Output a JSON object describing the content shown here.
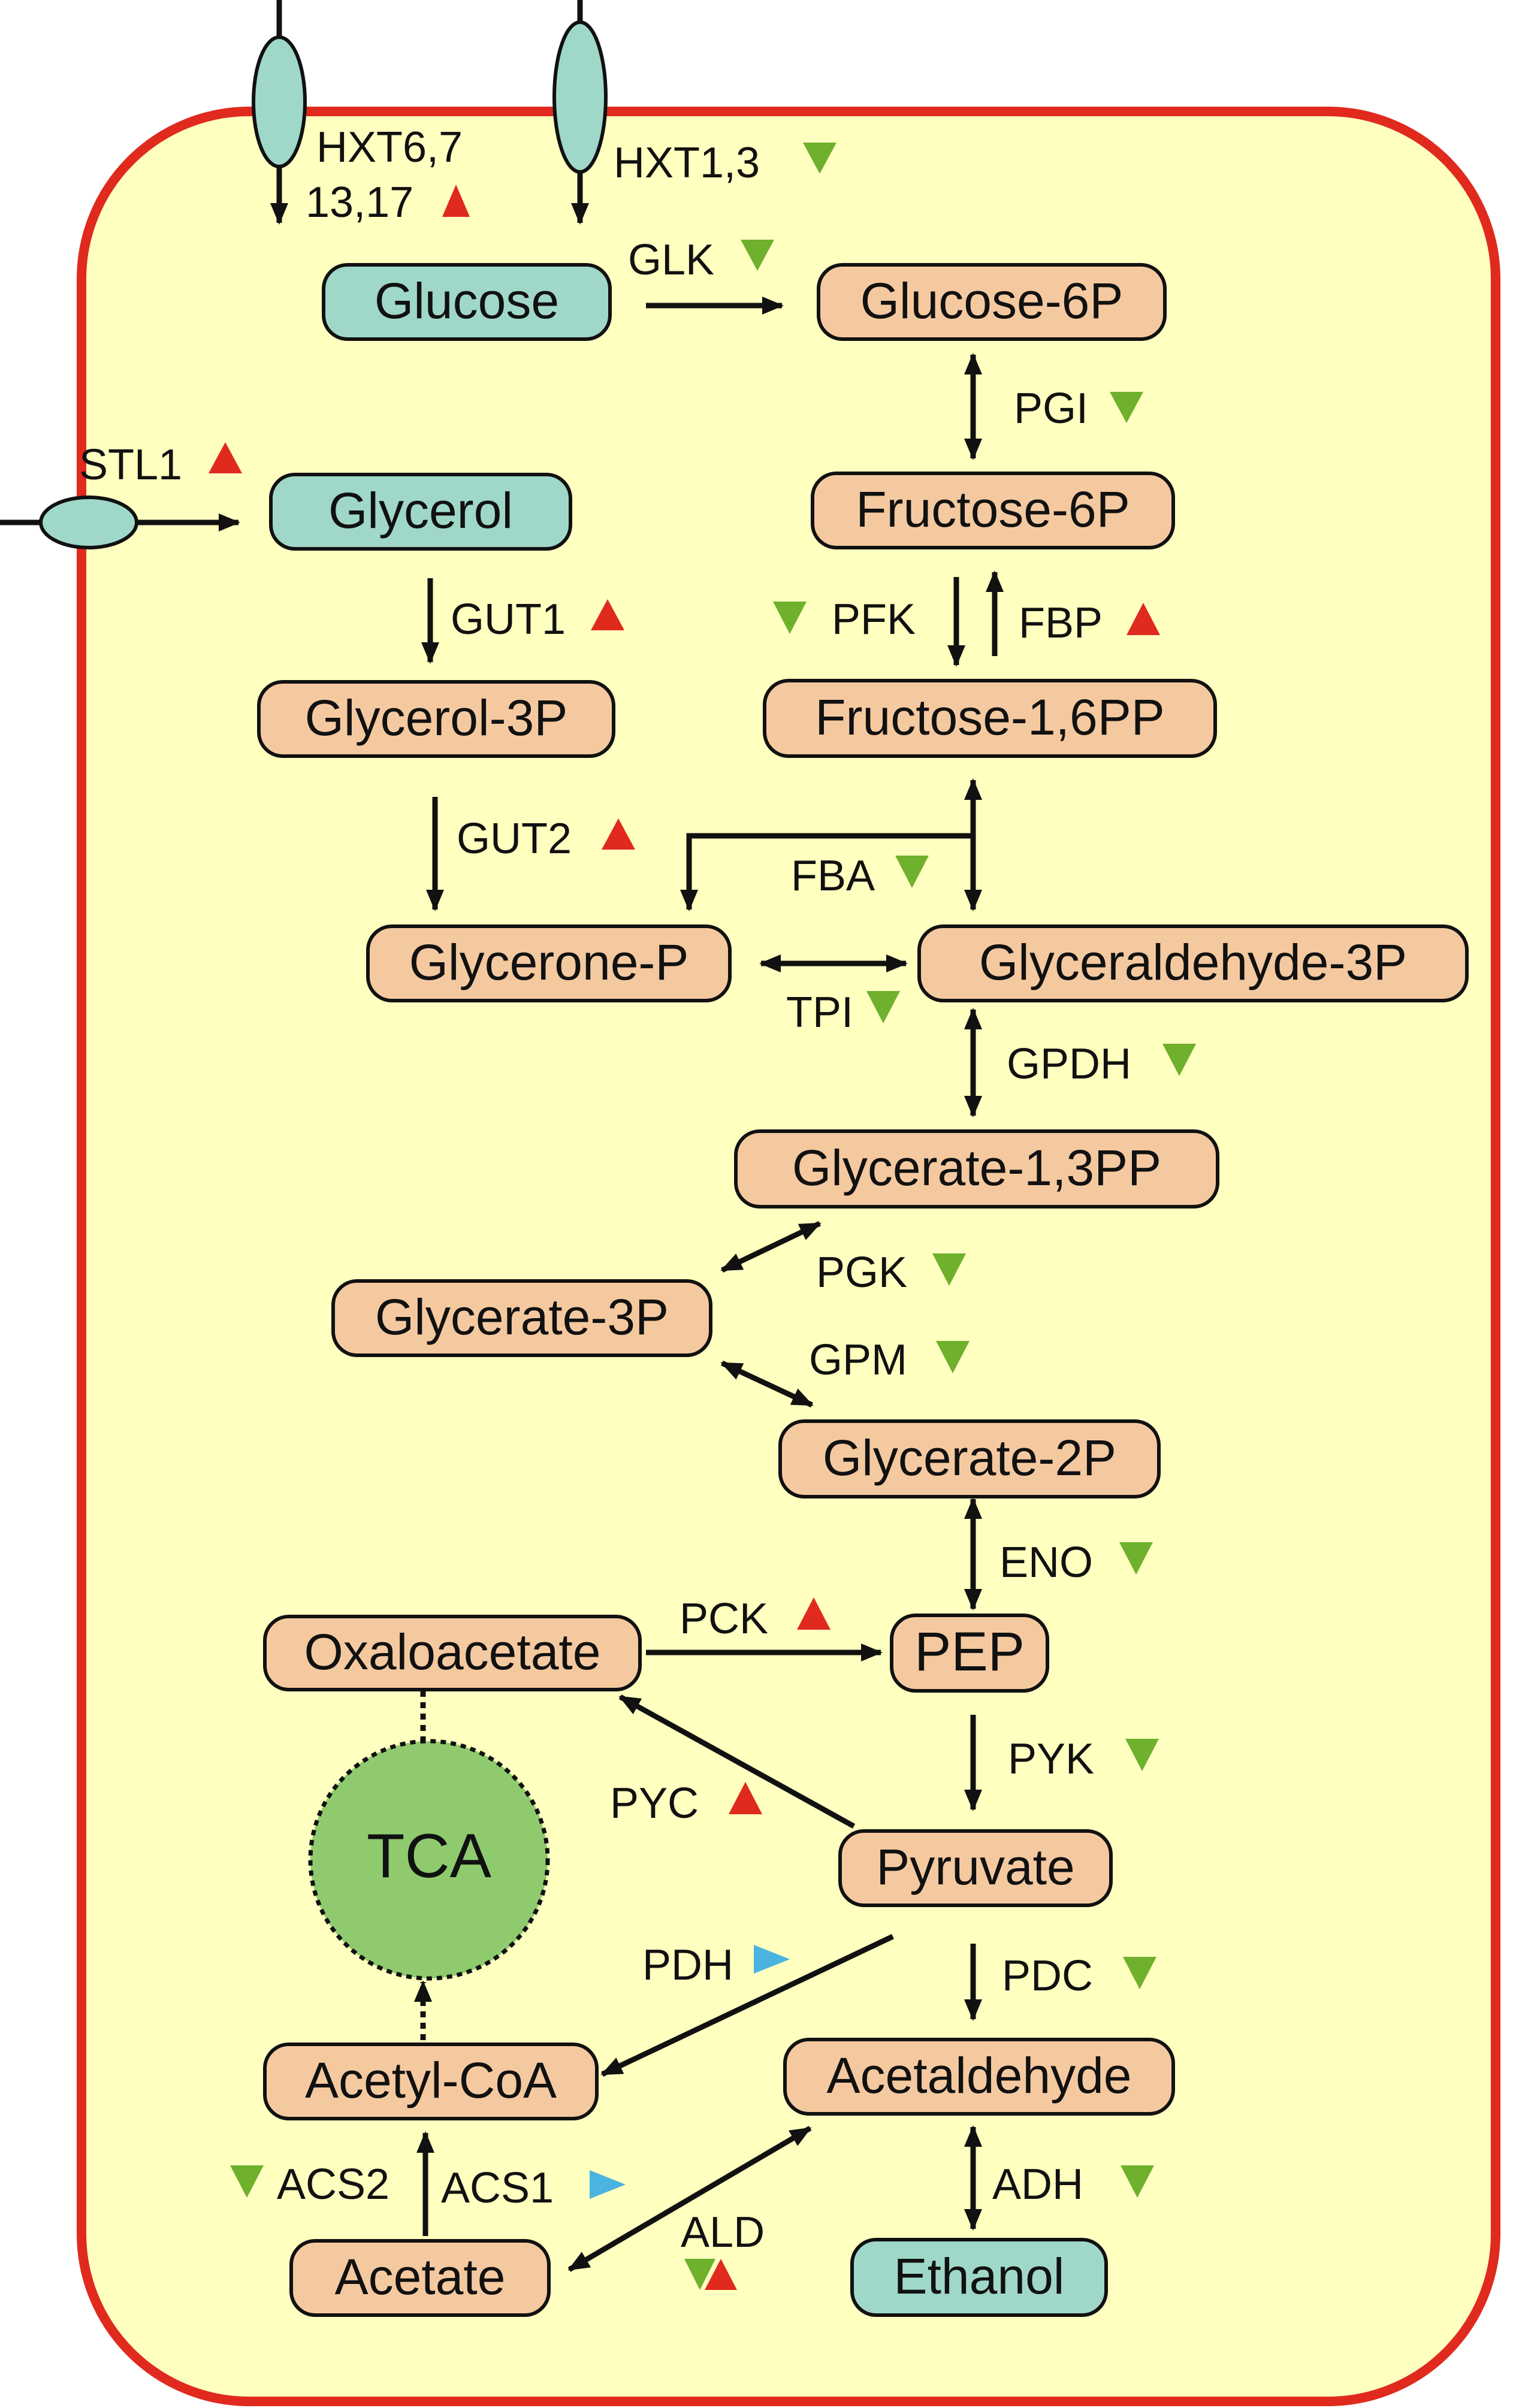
{
  "colors": {
    "cell_fill": "#FFFFC0",
    "cell_border": "#E02A1E",
    "metabolite_fill": "#F5C9A0",
    "extracellular_fill": "#9FD8C8",
    "tca_fill": "#8FCB6E",
    "down_arrow": "#6FB02C",
    "up_arrow": "#E02A1E",
    "neutral_arrow": "#4BB3E0"
  },
  "metabolites": {
    "glucose": "Glucose",
    "glucose_6p": "Glucose-6P",
    "glycerol": "Glycerol",
    "fructose_6p": "Fructose-6P",
    "glycerol_3p": "Glycerol-3P",
    "fructose_16pp": "Fructose-1,6PP",
    "glycerone_p": "Glycerone-P",
    "glyceraldehyde_3p": "Glyceraldehyde-3P",
    "glycerate_13pp": "Glycerate-1,3PP",
    "glycerate_3p": "Glycerate-3P",
    "glycerate_2p": "Glycerate-2P",
    "oxaloacetate": "Oxaloacetate",
    "pep": "PEP",
    "tca": "TCA",
    "pyruvate": "Pyruvate",
    "acetyl_coa": "Acetyl-CoA",
    "acetaldehyde": "Acetaldehyde",
    "acetate": "Acetate",
    "ethanol": "Ethanol"
  },
  "enzymes": {
    "hxt6": "HXT6,7",
    "hxt6_line2": "13,17",
    "hxt1": "HXT1,3",
    "glk": "GLK",
    "stl1": "STL1",
    "pgi": "PGI",
    "gut1": "GUT1",
    "pfk": "PFK",
    "fbp": "FBP",
    "gut2": "GUT2",
    "fba": "FBA",
    "tpi": "TPI",
    "gpdh": "GPDH",
    "pgk": "PGK",
    "gpm": "GPM",
    "eno": "ENO",
    "pck": "PCK",
    "pyk": "PYK",
    "pyc": "PYC",
    "pdh": "PDH",
    "pdc": "PDC",
    "acs2": "ACS2",
    "acs1": "ACS1",
    "adh": "ADH",
    "ald": "ALD"
  },
  "regulation": {
    "hxt6": "up",
    "hxt1": "down",
    "glk": "down",
    "stl1": "up",
    "pgi": "down",
    "gut1": "up",
    "pfk": "down",
    "fbp": "up",
    "gut2": "up",
    "fba": "down",
    "tpi": "down",
    "gpdh": "down",
    "pgk": "down",
    "gpm": "down",
    "eno": "down",
    "pck": "up",
    "pyk": "down",
    "pyc": "up",
    "pdh": "unchanged",
    "pdc": "down",
    "acs2": "down",
    "acs1": "unchanged",
    "adh": "down",
    "ald": "down-and-up"
  }
}
